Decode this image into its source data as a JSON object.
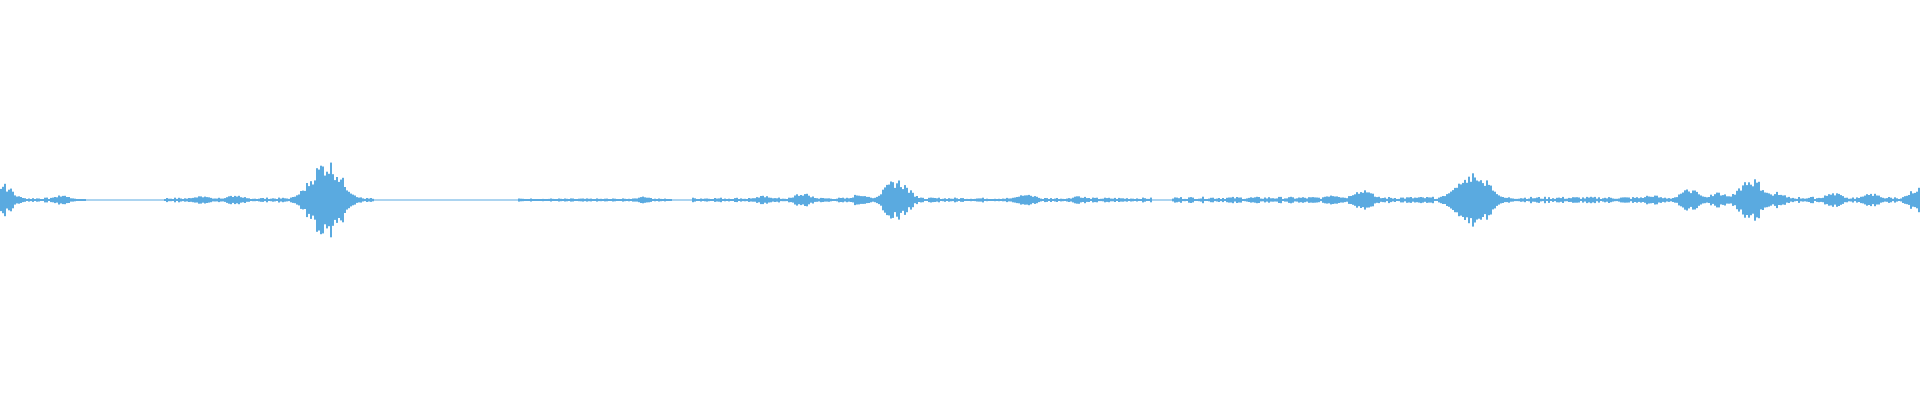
{
  "chart_data": {
    "type": "area",
    "chart_kind": "audio-waveform",
    "color": "#5aaae0",
    "baseline": "centered",
    "grid": false,
    "legend": "none",
    "x_range": [
      0,
      1
    ],
    "y_range": [
      -1,
      1
    ],
    "segments": [
      {
        "x": [
          0.0,
          0.04
        ],
        "amp": 0.03
      },
      {
        "x": [
          0.085,
          0.195
        ],
        "amp": 0.03
      },
      {
        "x": [
          0.27,
          0.35
        ],
        "amp": 0.02
      },
      {
        "x": [
          0.36,
          0.6
        ],
        "amp": 0.03
      },
      {
        "x": [
          0.61,
          1.0
        ],
        "amp": 0.04
      }
    ],
    "peaks": [
      {
        "x": 0.001,
        "amp": 0.25
      },
      {
        "x": 0.032,
        "amp": 0.07
      },
      {
        "x": 0.105,
        "amp": 0.06
      },
      {
        "x": 0.123,
        "amp": 0.08
      },
      {
        "x": 0.163,
        "amp": 0.18
      },
      {
        "x": 0.17,
        "amp": 0.62
      },
      {
        "x": 0.173,
        "amp": 0.3
      },
      {
        "x": 0.335,
        "amp": 0.05
      },
      {
        "x": 0.398,
        "amp": 0.07
      },
      {
        "x": 0.418,
        "amp": 0.11
      },
      {
        "x": 0.448,
        "amp": 0.09
      },
      {
        "x": 0.467,
        "amp": 0.32
      },
      {
        "x": 0.535,
        "amp": 0.1
      },
      {
        "x": 0.562,
        "amp": 0.06
      },
      {
        "x": 0.695,
        "amp": 0.08
      },
      {
        "x": 0.71,
        "amp": 0.17
      },
      {
        "x": 0.76,
        "amp": 0.24
      },
      {
        "x": 0.768,
        "amp": 0.47
      },
      {
        "x": 0.774,
        "amp": 0.2
      },
      {
        "x": 0.86,
        "amp": 0.08
      },
      {
        "x": 0.88,
        "amp": 0.17
      },
      {
        "x": 0.895,
        "amp": 0.12
      },
      {
        "x": 0.912,
        "amp": 0.35
      },
      {
        "x": 0.925,
        "amp": 0.12
      },
      {
        "x": 0.955,
        "amp": 0.11
      },
      {
        "x": 0.975,
        "amp": 0.1
      },
      {
        "x": 1.0,
        "amp": 0.2
      }
    ]
  }
}
